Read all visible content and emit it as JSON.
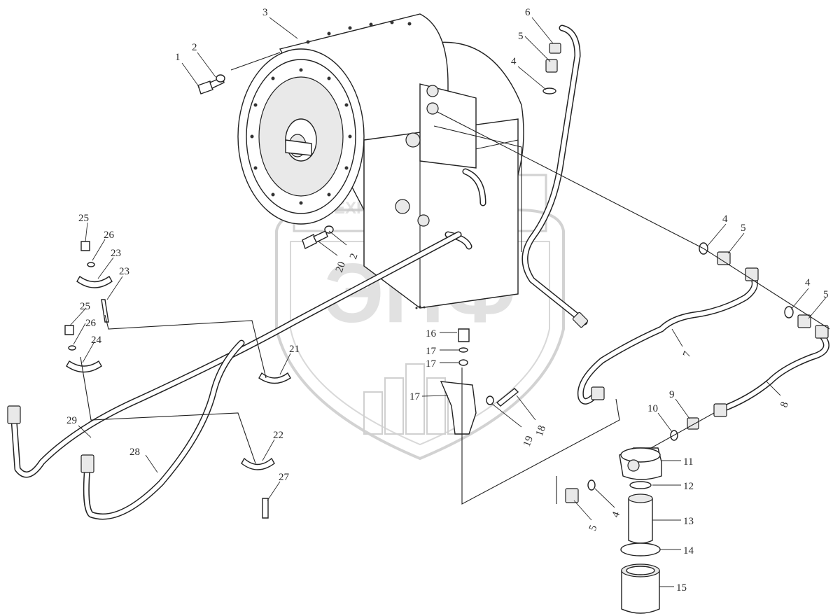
{
  "watermark": {
    "banner_text": "ТЕХНИКА И ЗАПЧАСТИ",
    "logo_text": "ЭПФ",
    "color": "#c8c8c8"
  },
  "line_color": "#222222",
  "callouts": [
    {
      "id": "c1",
      "label": "1"
    },
    {
      "id": "c2a",
      "label": "2"
    },
    {
      "id": "c2b",
      "label": "2"
    },
    {
      "id": "c3",
      "label": "3"
    },
    {
      "id": "c4a",
      "label": "4"
    },
    {
      "id": "c4b",
      "label": "4"
    },
    {
      "id": "c4c",
      "label": "4"
    },
    {
      "id": "c4d",
      "label": "4"
    },
    {
      "id": "c5a",
      "label": "5"
    },
    {
      "id": "c5b",
      "label": "5"
    },
    {
      "id": "c5c",
      "label": "5"
    },
    {
      "id": "c5d",
      "label": "5"
    },
    {
      "id": "c6",
      "label": "6"
    },
    {
      "id": "c7",
      "label": "7"
    },
    {
      "id": "c8",
      "label": "8"
    },
    {
      "id": "c9",
      "label": "9"
    },
    {
      "id": "c10",
      "label": "10"
    },
    {
      "id": "c11",
      "label": "11"
    },
    {
      "id": "c12",
      "label": "12"
    },
    {
      "id": "c13",
      "label": "13"
    },
    {
      "id": "c14",
      "label": "14"
    },
    {
      "id": "c15",
      "label": "15"
    },
    {
      "id": "c16",
      "label": "16"
    },
    {
      "id": "c17a",
      "label": "17"
    },
    {
      "id": "c17b",
      "label": "17"
    },
    {
      "id": "c17c",
      "label": "17"
    },
    {
      "id": "c18",
      "label": "18"
    },
    {
      "id": "c19",
      "label": "19"
    },
    {
      "id": "c20",
      "label": "20"
    },
    {
      "id": "c21",
      "label": "21"
    },
    {
      "id": "c22",
      "label": "22"
    },
    {
      "id": "c23a",
      "label": "23"
    },
    {
      "id": "c23b",
      "label": "23"
    },
    {
      "id": "c24",
      "label": "24"
    },
    {
      "id": "c25a",
      "label": "25"
    },
    {
      "id": "c25b",
      "label": "25"
    },
    {
      "id": "c26a",
      "label": "26"
    },
    {
      "id": "c26b",
      "label": "26"
    },
    {
      "id": "c27",
      "label": "27"
    },
    {
      "id": "c28",
      "label": "28"
    },
    {
      "id": "c29",
      "label": "29"
    }
  ]
}
